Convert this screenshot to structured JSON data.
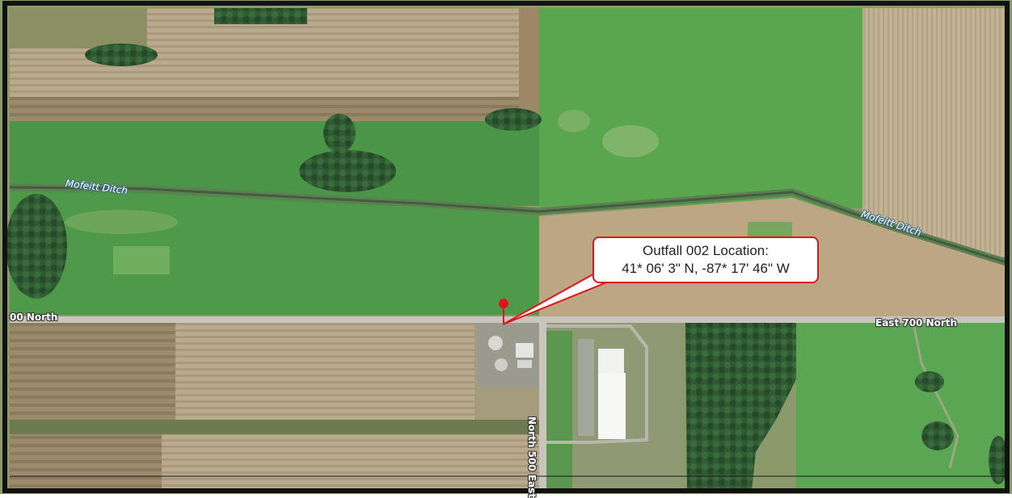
{
  "callout": {
    "title": "Outfall 002 Location:",
    "coordinates": "41* 06' 3\" N, -87* 17' 46\" W"
  },
  "roads": {
    "west_label": "00 North",
    "east_label": "East 700 North",
    "north_south_label": "North 500 East"
  },
  "waterways": {
    "ditch_left": "Mofeitt Ditch",
    "ditch_right": "Mofeitt Ditch"
  },
  "colors": {
    "marker": "#e0141b",
    "callout_border": "#e0141b",
    "pasture_green": "#4f9a4a",
    "tan_field": "#b7a88a",
    "road": "#c9c5bc"
  },
  "icons": {
    "location_marker": "map-pin-icon"
  }
}
